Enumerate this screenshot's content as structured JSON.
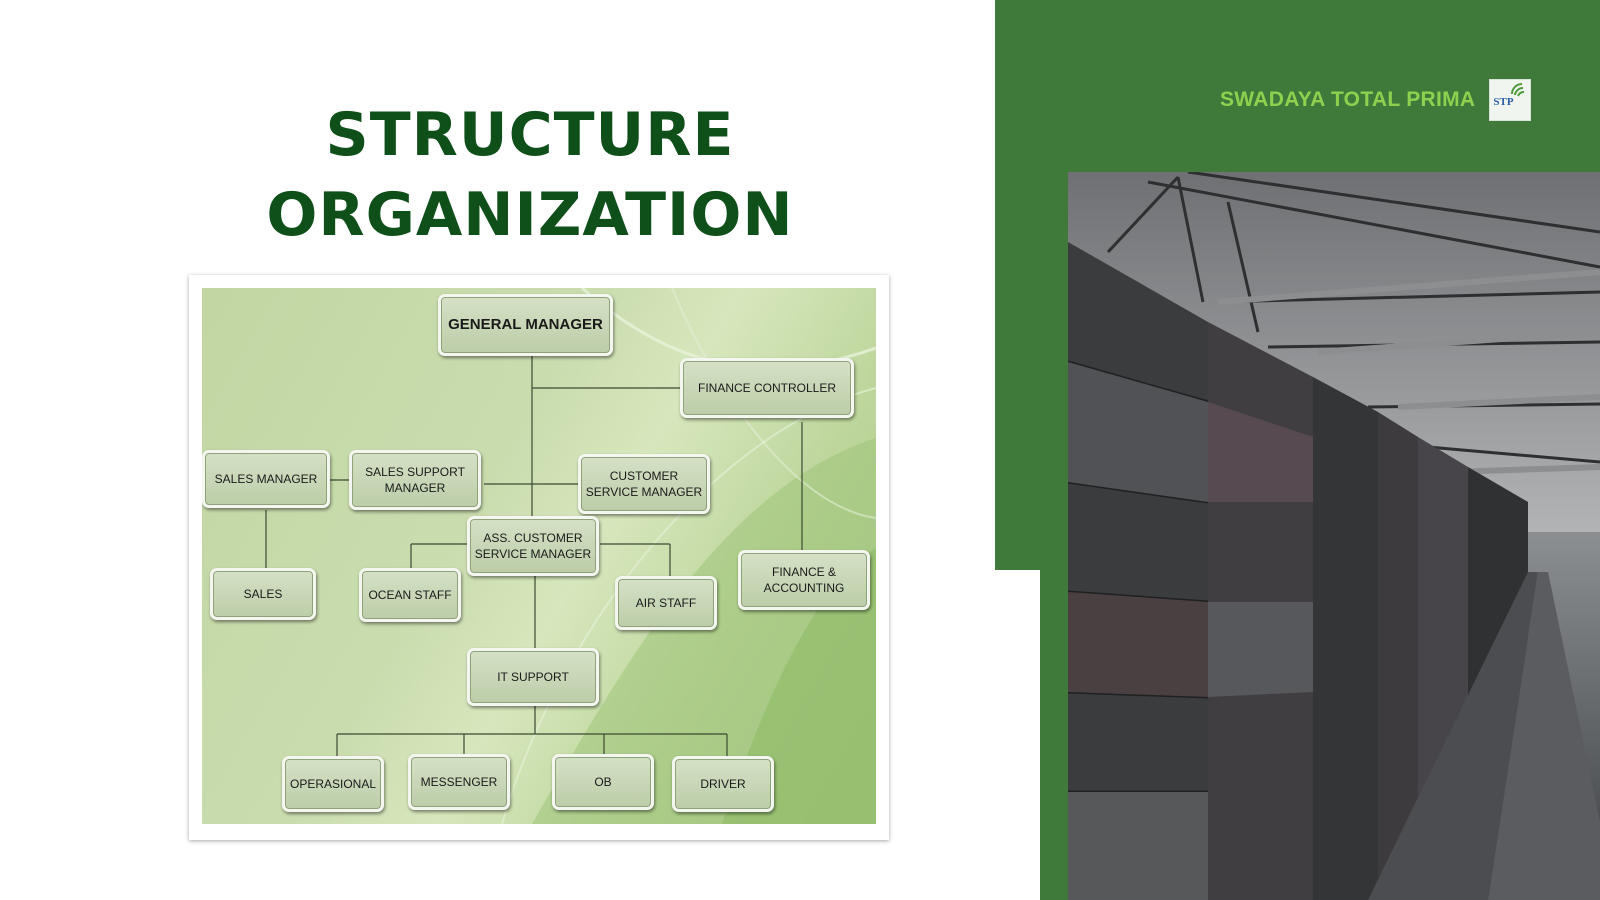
{
  "slide": {
    "title_line1": "STRUCTURE",
    "title_line2": "ORGANIZATION",
    "brand_name": "SWADAYA TOTAL PRIMA",
    "logo_text": "STP",
    "colors": {
      "title": "#0e4f1a",
      "panel_green": "#3f7a3b",
      "brand_text": "#8fd14f"
    }
  },
  "org_chart": {
    "nodes": {
      "general_manager": "GENERAL MANAGER",
      "finance_controller": "FINANCE CONTROLLER",
      "sales_manager": "SALES MANAGER",
      "sales_support_manager": "SALES SUPPORT MANAGER",
      "customer_service_manager": "CUSTOMER SERVICE MANAGER",
      "ass_customer_service_manager": "ASS. CUSTOMER SERVICE MANAGER",
      "sales": "SALES",
      "ocean_staff": "OCEAN STAFF",
      "air_staff": "AIR STAFF",
      "finance_accounting": "FINANCE & ACCOUNTING",
      "it_support": "IT SUPPORT",
      "operasional": "OPERASIONAL",
      "messenger": "MESSENGER",
      "ob": "OB",
      "driver": "DRIVER"
    }
  }
}
